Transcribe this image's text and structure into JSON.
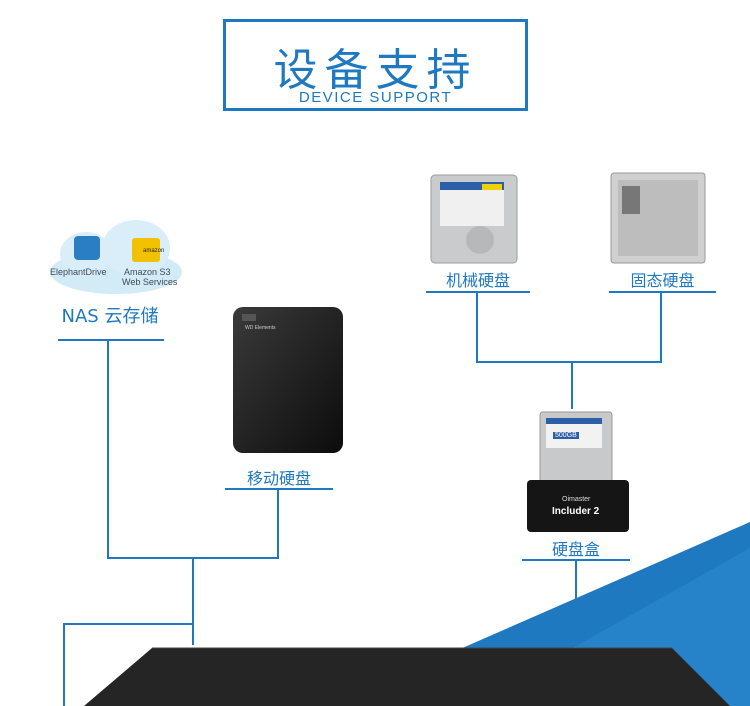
{
  "header": {
    "title_cn": "设备支持",
    "title_en": "DEVICE SUPPORT"
  },
  "devices": {
    "nas": {
      "label": "NAS 云存储",
      "services": [
        "ElephantDrive",
        "Amazon S3",
        "Web Services"
      ]
    },
    "portable": {
      "label": "移动硬盘",
      "brand": "WD Elements"
    },
    "mechanical": {
      "label": "机械硬盘"
    },
    "ssd": {
      "label": "固态硬盘"
    },
    "dock": {
      "label": "硬盘盒",
      "brand": "Oimaster",
      "model": "Includer 2",
      "capacity": "500GB"
    }
  },
  "colors": {
    "accent": "#1f79c0",
    "line": "#1f79c0",
    "platform": "#252525"
  }
}
